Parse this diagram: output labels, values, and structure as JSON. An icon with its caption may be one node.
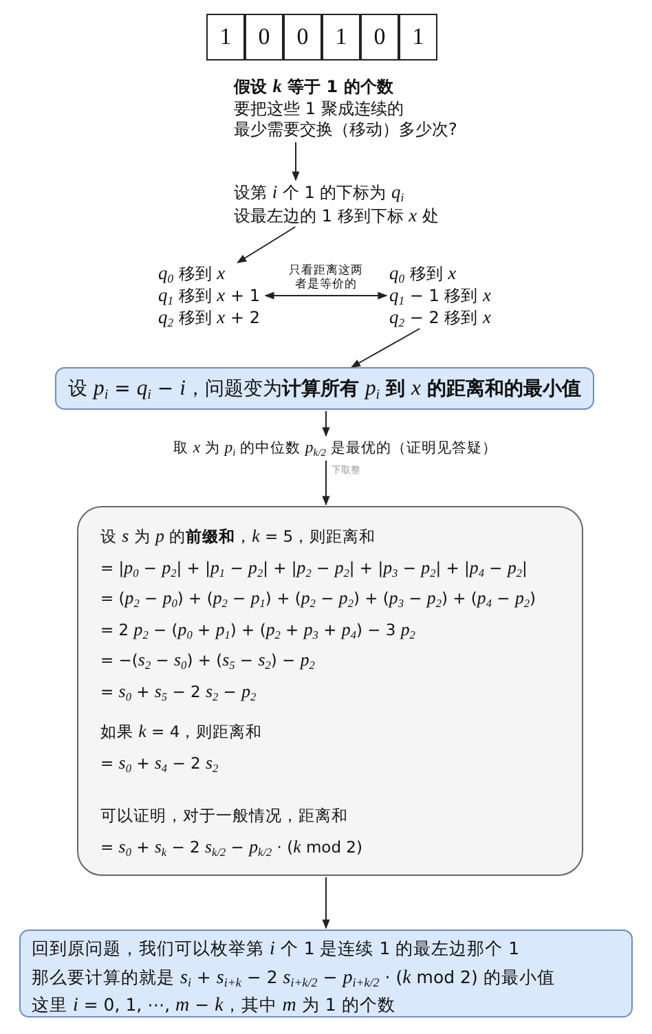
{
  "diagram": {
    "nodes": [
      {
        "text": [
          "1"
        ]
      },
      {
        "text": [
          "0"
        ]
      },
      {
        "text": [
          "0"
        ]
      },
      {
        "text": [
          "1"
        ]
      },
      {
        "text": [
          "0"
        ]
      },
      {
        "text": [
          "1"
        ]
      },
      {
        "text": [
          "假设 *k* 等于 1 的个数",
          "要把这些 1 聚成连续的",
          "最少需要交换（移动）多少次?"
        ]
      },
      {
        "text": [
          "设第 *i* 个 1 的下标为 *q*$_{i}$",
          "设最左边的 1 移到下标 *x* 处"
        ]
      },
      {
        "text": [
          "*q*$_{0}$ 移到 *x*",
          "*q*$_{1}$ 移到 *x* + 1",
          "*q*$_{2}$ 移到 *x* + 2"
        ]
      },
      {
        "text": [
          "*q*$_{0}$ 移到 *x*",
          "*q*$_{1}$ − 1 移到 *x*",
          "*q*$_{2}$ − 2 移到 *x*"
        ]
      },
      {
        "text": [
          "设 *p*$_{i}$ = *q*$_{i}$ − *i*，问题变为**计算所有** *p*$_{i}$ **到** *x* **的距离和的最小值**"
        ]
      },
      {
        "text": [
          "取 *x* 为 *p*$_{i}$ 的中位数 *p*$_{k/2}$ 是最优的（证明见答疑）"
        ],
        "beside": [
          "下取整"
        ]
      },
      {
        "text": [
          "设 *s* 为 *p* 的**前缀和**，*k* = 5，则距离和",
          "= |*p*$_{0}$ − *p*$_{2}$| + |*p*$_{1}$ − *p*$_{2}$| + |*p*$_{2}$ − *p*$_{2}$| + |*p*$_{3}$ − *p*$_{2}$| + |*p*$_{4}$ − *p*$_{2}$|",
          "= (*p*$_{2}$ − *p*$_{0}$) + (*p*$_{2}$ − *p*$_{1}$) + (*p*$_{2}$ − *p*$_{2}$) + (*p*$_{3}$ − *p*$_{2}$) + (*p*$_{4}$ − *p*$_{2}$)",
          "= 2 *p*$_{2}$ − (*p*$_{0}$ + *p*$_{1}$) + (*p*$_{2}$ + *p*$_{3}$ + *p*$_{4}$) − 3 *p*$_{2}$",
          "= −(*s*$_{2}$ − *s*$_{0}$) + (*s*$_{5}$ − *s*$_{2}$) − *p*$_{2}$",
          "= *s*$_{0}$ + *s*$_{5}$ − 2 *s*$_{2}$ − *p*$_{2}$",
          "如果 *k* = 4，则距离和",
          "= *s*$_{0}$ + *s*$_{4}$ − 2 *s*$_{2}$",
          "可以证明，对于一般情况，距离和",
          "= *s*$_{0}$ + *s*$_{k}$ − 2 *s*$_{k/2}$ − *p*$_{k/2}$ · (*k* mod 2)"
        ]
      },
      {
        "text": [
          "回到原问题，我们可以枚举第 *i* 个 1 是连续 1 的最左边那个 1",
          "那么要计算的就是 *s*$_{i}$ + *s*$_{i+k}$ − 2 *s*$_{i+k/2}$ − *p*$_{i+k/2}$ · (*k* mod 2) 的最小值",
          "这里 *i* = 0, 1, ⋯, *m* − *k*，其中 *m* 为 1 的个数"
        ]
      }
    ],
    "edges": [
      {
        "from": 6,
        "to": 7,
        "arrow": "to"
      },
      {
        "from": 7,
        "to": 8,
        "arrow": "to"
      },
      {
        "from": 8,
        "to": 9,
        "arrow": "both",
        "label": "只看距离这两者是等价的"
      },
      {
        "from": 9,
        "to": 10,
        "arrow": "to"
      },
      {
        "from": 10,
        "to": 11,
        "arrow": "to"
      },
      {
        "from": 11,
        "to": 12,
        "arrow": "to"
      },
      {
        "from": 12,
        "to": 13,
        "arrow": "to"
      }
    ]
  }
}
